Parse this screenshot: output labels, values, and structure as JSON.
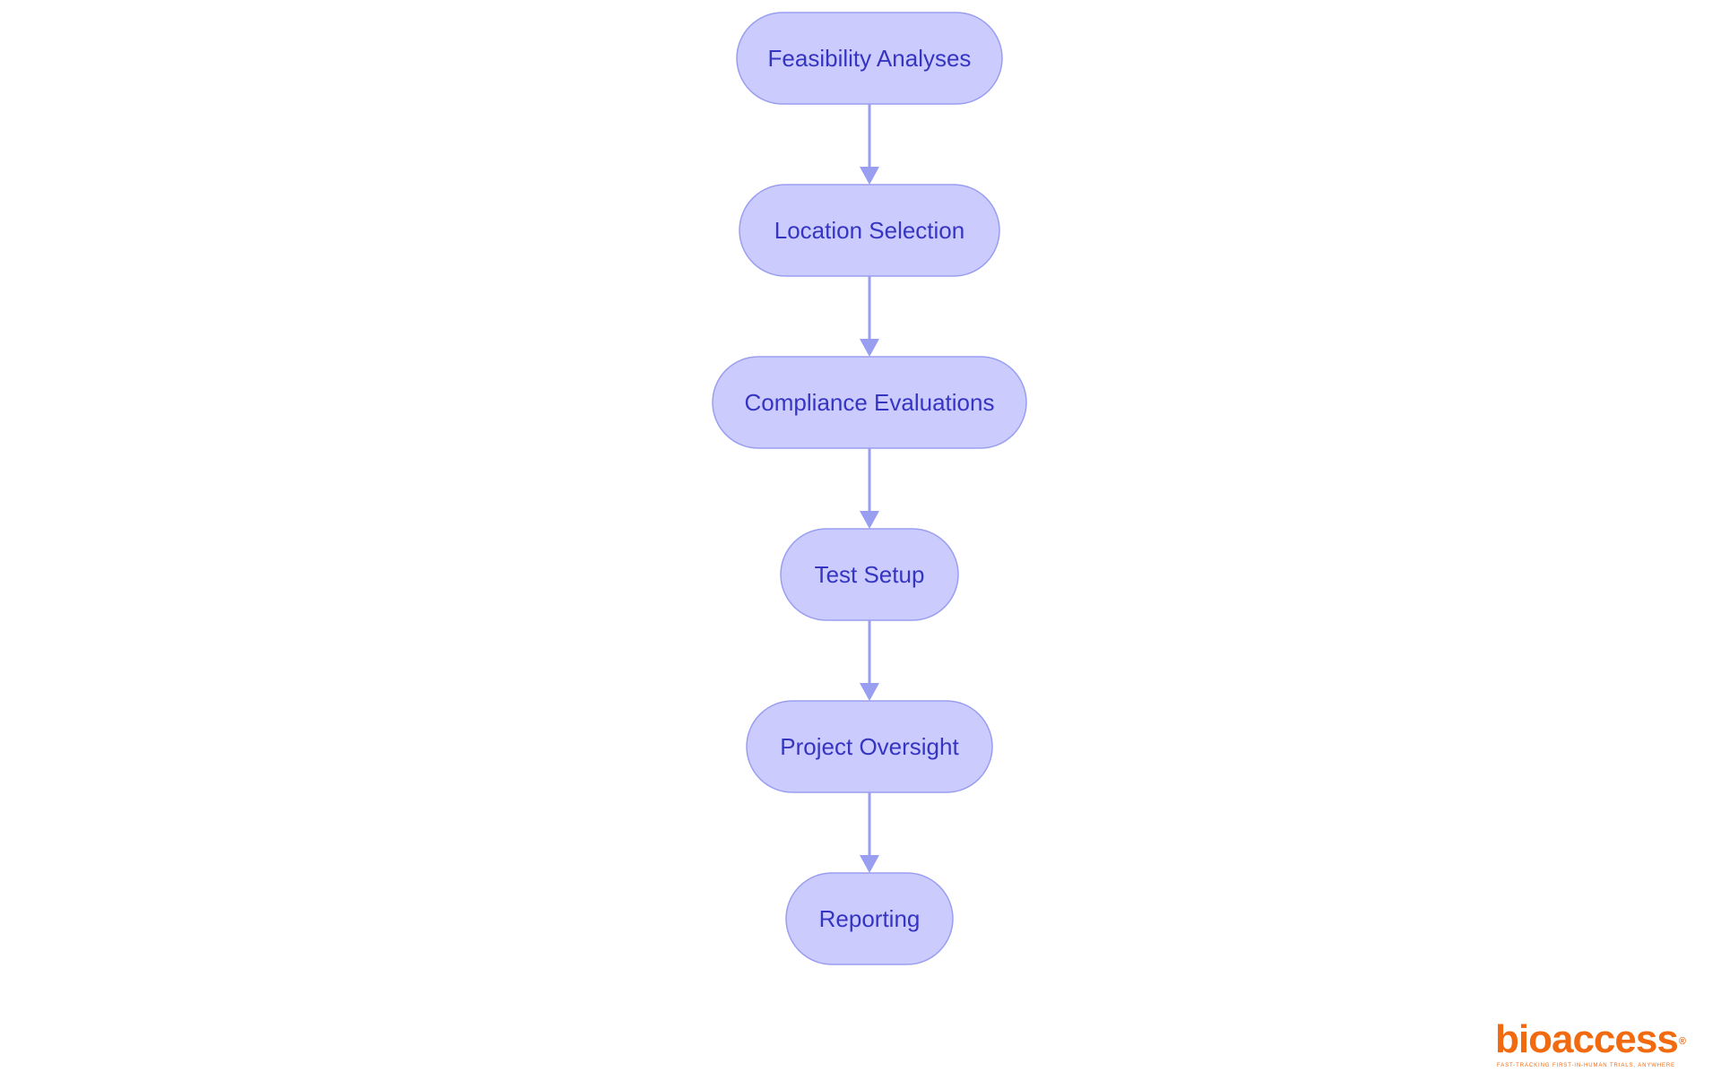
{
  "diagram": {
    "nodes": [
      {
        "id": "feasibility",
        "label": "Feasibility Analyses"
      },
      {
        "id": "location",
        "label": "Location Selection"
      },
      {
        "id": "compliance",
        "label": "Compliance Evaluations"
      },
      {
        "id": "test-setup",
        "label": "Test Setup"
      },
      {
        "id": "oversight",
        "label": "Project Oversight"
      },
      {
        "id": "reporting",
        "label": "Reporting"
      }
    ],
    "edges": [
      {
        "from": "feasibility",
        "to": "location"
      },
      {
        "from": "location",
        "to": "compliance"
      },
      {
        "from": "compliance",
        "to": "test-setup"
      },
      {
        "from": "test-setup",
        "to": "oversight"
      },
      {
        "from": "oversight",
        "to": "reporting"
      }
    ],
    "colors": {
      "node_fill": "#cbccfd",
      "node_border": "#9a9ef0",
      "node_text": "#3535c2",
      "edge": "#9a9ef0"
    }
  },
  "logo": {
    "wordmark": "bioaccess",
    "registered_mark": "®",
    "tagline": "FAST-TRACKING FIRST-IN-HUMAN TRIALS, ANYWHERE",
    "color": "#f26a0f"
  }
}
